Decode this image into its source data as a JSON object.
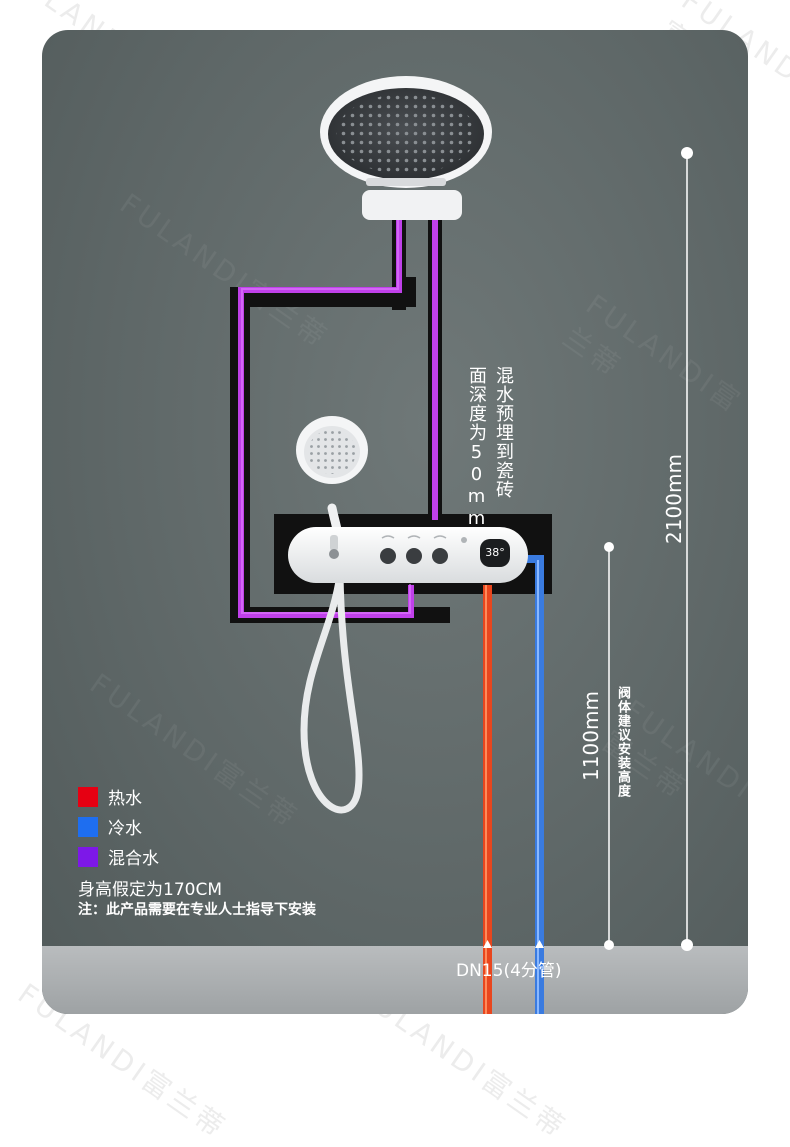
{
  "watermark": "FULANDI富兰蒂",
  "labels": {
    "mixed_depth_col1": "混水预埋到瓷砖",
    "mixed_depth_col2": "面深度为50mm",
    "height_total": "2100mm",
    "height_valve": "1100mm",
    "valve_note": "阀体建议安装高度",
    "pipe_size": "DN15(4分管)",
    "display_temp": "38°"
  },
  "legend": [
    {
      "label": "热水",
      "color": "#e60012"
    },
    {
      "label": "冷水",
      "color": "#1e6ef0"
    },
    {
      "label": "混合水",
      "color": "#7d18e8"
    }
  ],
  "notes": {
    "height_assumption": "身高假定为170CM",
    "install_notice": "注：此产品需要在专业人士指导下安装"
  },
  "colors": {
    "hot": "#e8461e",
    "cold": "#3a7be0",
    "mix": "#b23ce8",
    "wall": "#5f6868",
    "recess": "#111111"
  }
}
